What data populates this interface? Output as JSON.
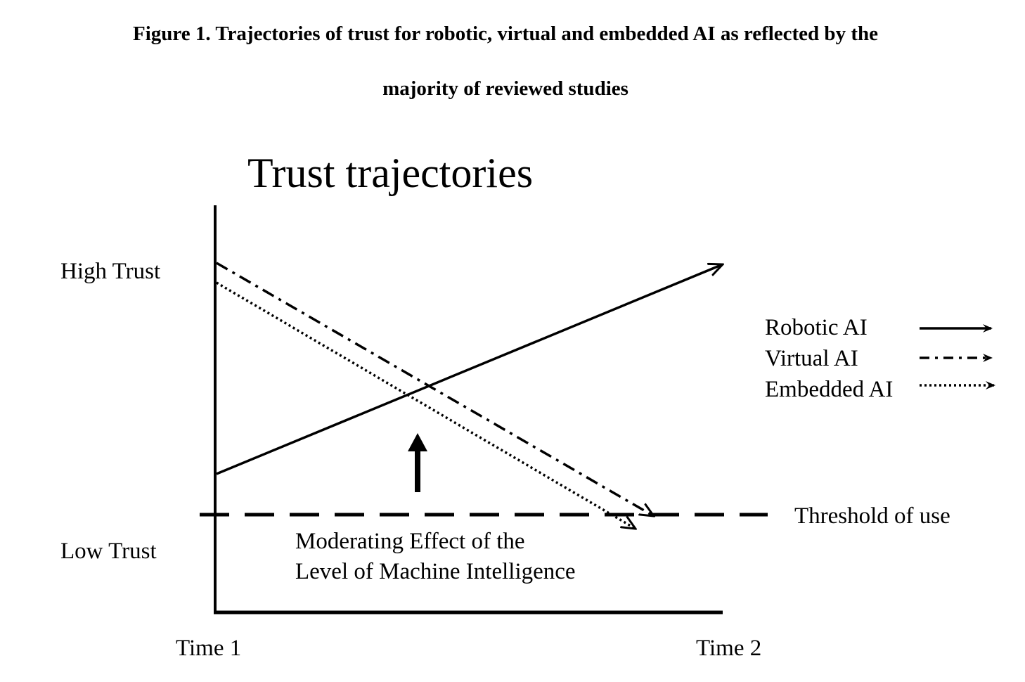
{
  "caption": {
    "line1": "Figure 1. Trajectories of trust for robotic, virtual and embedded AI as reflected by the",
    "line2": "majority of reviewed studies"
  },
  "diagram": {
    "title": "Trust trajectories",
    "y_labels": {
      "high": "High Trust",
      "low": "Low Trust"
    },
    "x_labels": {
      "start": "Time 1",
      "end": "Time 2"
    },
    "threshold_label": "Threshold of use",
    "moderator_label": {
      "line1": "Moderating Effect of the",
      "line2": "Level of Machine Intelligence"
    },
    "legend": [
      {
        "label": "Robotic AI",
        "style": "solid"
      },
      {
        "label": "Virtual AI",
        "style": "dash-dot"
      },
      {
        "label": "Embedded AI",
        "style": "dotted"
      }
    ],
    "colors": {
      "ink": "#000000",
      "background": "#ffffff"
    }
  }
}
